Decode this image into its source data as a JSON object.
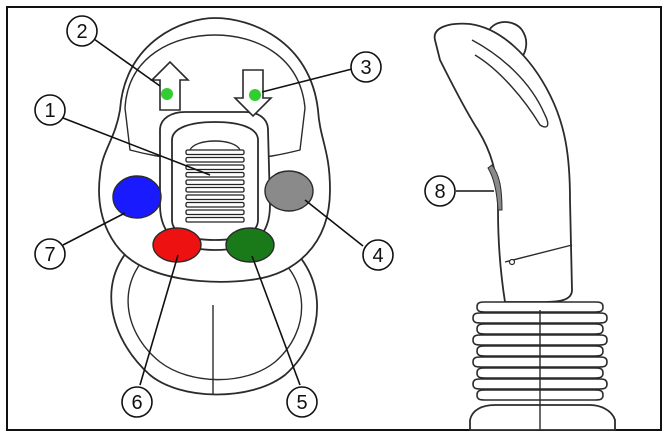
{
  "callouts": [
    {
      "id": "c1",
      "label": "1"
    },
    {
      "id": "c2",
      "label": "2"
    },
    {
      "id": "c3",
      "label": "3"
    },
    {
      "id": "c4",
      "label": "4"
    },
    {
      "id": "c5",
      "label": "5"
    },
    {
      "id": "c6",
      "label": "6"
    },
    {
      "id": "c7",
      "label": "7"
    },
    {
      "id": "c8",
      "label": "8"
    }
  ],
  "colors": {
    "button_blue": "#1a1aff",
    "button_grey": "#8a8a8a",
    "button_red": "#ee1111",
    "button_green": "#1a7a1a",
    "indicator_green": "#33cc33",
    "outline": "#2b2b2b",
    "frame": "#111111"
  },
  "icons": {
    "up_arrow": "arrow-up-icon",
    "down_arrow": "arrow-down-icon",
    "roller": "thumb-roller-icon"
  }
}
